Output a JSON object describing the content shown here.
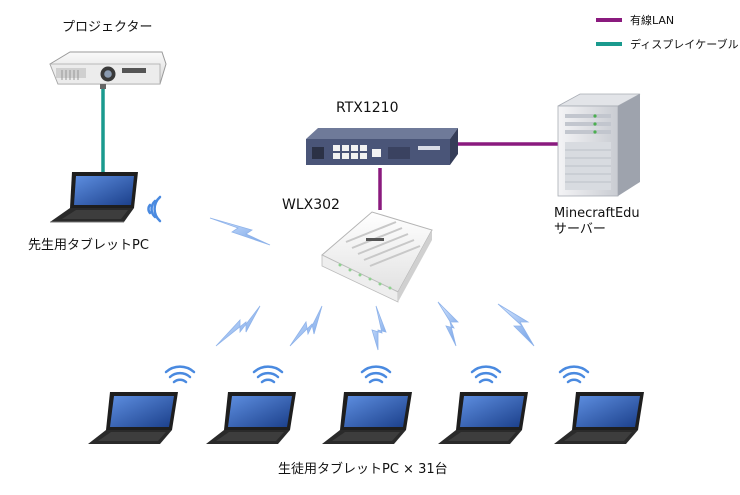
{
  "legend": {
    "items": [
      {
        "label": "有線LAN",
        "color": "#8a1a7e"
      },
      {
        "label": "ディスプレイケーブル",
        "color": "#1a9a8e"
      }
    ]
  },
  "nodes": {
    "projector": {
      "label": "プロジェクター"
    },
    "router": {
      "label": "RTX1210"
    },
    "access_point": {
      "label": "WLX302"
    },
    "server": {
      "label": "MinecraftEdu\nサーバー",
      "line1": "MinecraftEdu",
      "line2": "サーバー"
    },
    "teacher_pc": {
      "label": "先生用タブレットPC"
    },
    "student_pcs": {
      "label": "生徒用タブレットPC × 31台",
      "count_shown": 5
    }
  },
  "edges": [
    {
      "from": "projector",
      "to": "teacher_pc",
      "type": "ディスプレイケーブル"
    },
    {
      "from": "router",
      "to": "server",
      "type": "有線LAN"
    },
    {
      "from": "router",
      "to": "access_point",
      "type": "有線LAN"
    },
    {
      "from": "teacher_pc",
      "to": "access_point",
      "type": "wireless"
    },
    {
      "from": "access_point",
      "to": "student_pcs",
      "type": "wireless"
    }
  ],
  "colors": {
    "wired_lan": "#8a1a7e",
    "display_cable": "#1a9a8e",
    "wireless": "#7aa8e8",
    "device_body": "#4a5578"
  }
}
